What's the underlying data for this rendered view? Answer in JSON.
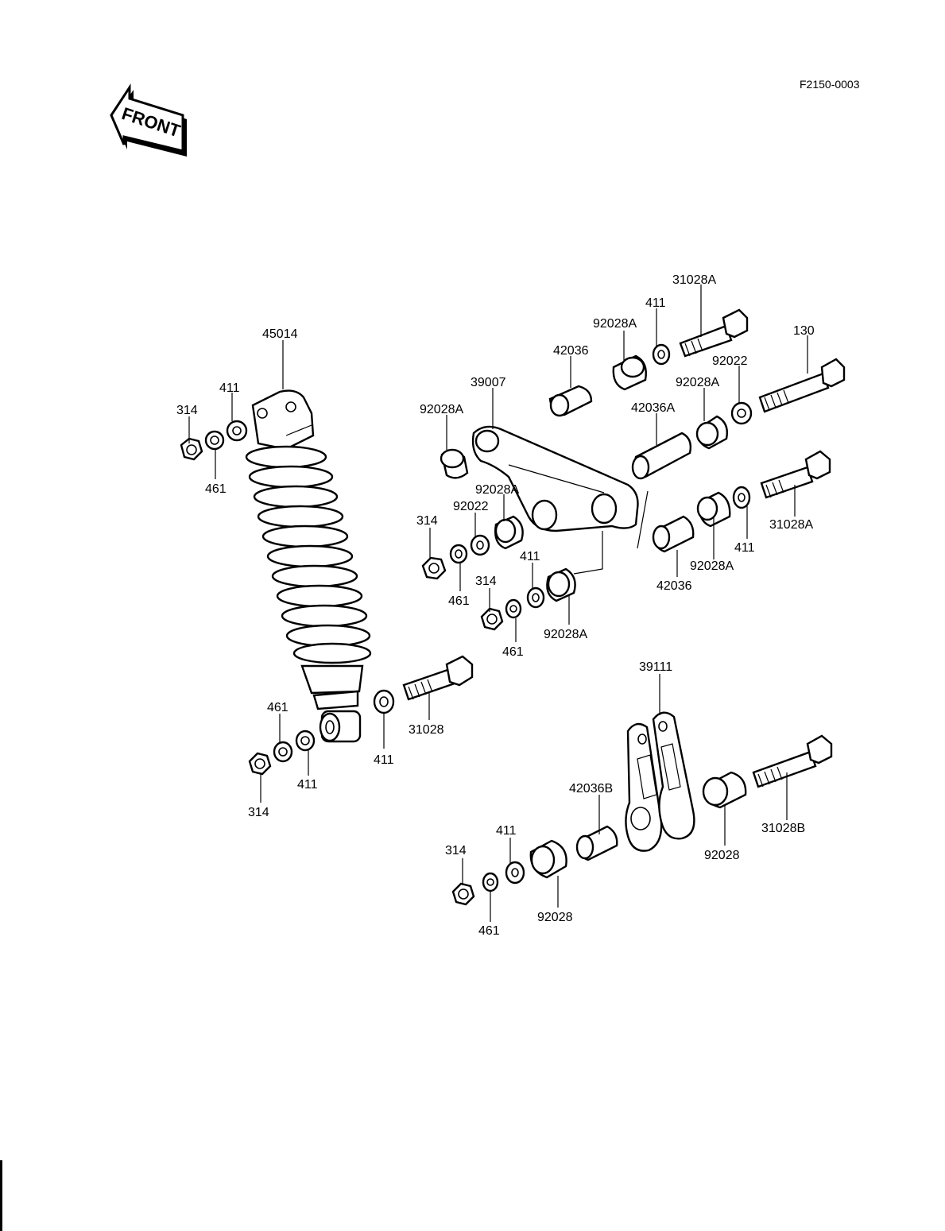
{
  "ref_code": "F2150-0003",
  "front_arrow": {
    "text": "FRONT",
    "icon": "front-arrow-icon"
  },
  "labels": {
    "shock_45014": "45014",
    "shock_top_nut_314": "314",
    "shock_top_washer_411": "411",
    "shock_top_washer_461": "461",
    "shock_bottom_washer_461": "461",
    "shock_bottom_nut_314": "314",
    "shock_bottom_washer_411": "411",
    "shock_bolt_washer_411": "411",
    "shock_bolt_31028": "31028",
    "rocker_39007": "39007",
    "rocker_left_bushing_92028A": "92028A",
    "rocker_top_sleeve_42036": "42036",
    "rocker_top_bushing_92028A": "92028A",
    "rocker_top_washer_411": "411",
    "rocker_top_bolt_31028A": "31028A",
    "rocker_mid_bushing_92028A": "92028A",
    "rocker_mid_washer_92022": "92022",
    "rocker_mid_sleeve_42036A": "42036A",
    "rocker_long_bolt_130": "130",
    "rocker_inner_bushing_92028A": "92028A",
    "rocker_inner_washer_92022": "92022",
    "rocker_inner_nut_314": "314",
    "rocker_inner_washer_461": "461",
    "rocker_low_washer_411": "411",
    "rocker_low_nut_314": "314",
    "rocker_low_washer_461": "461",
    "rocker_low_bushing_92028A": "92028A",
    "rocker_right_sleeve_42036": "42036",
    "rocker_right_bushing_92028A": "92028A",
    "rocker_right_washer_411": "411",
    "rocker_right_bolt_31028A": "31028A",
    "tie_rod_39111": "39111",
    "tie_sleeve_42036B": "42036B",
    "tie_bushing_92028_right": "92028",
    "tie_bolt_31028B": "31028B",
    "tie_washer_411": "411",
    "tie_nut_314": "314",
    "tie_washer_461": "461",
    "tie_bushing_92028_left": "92028"
  }
}
